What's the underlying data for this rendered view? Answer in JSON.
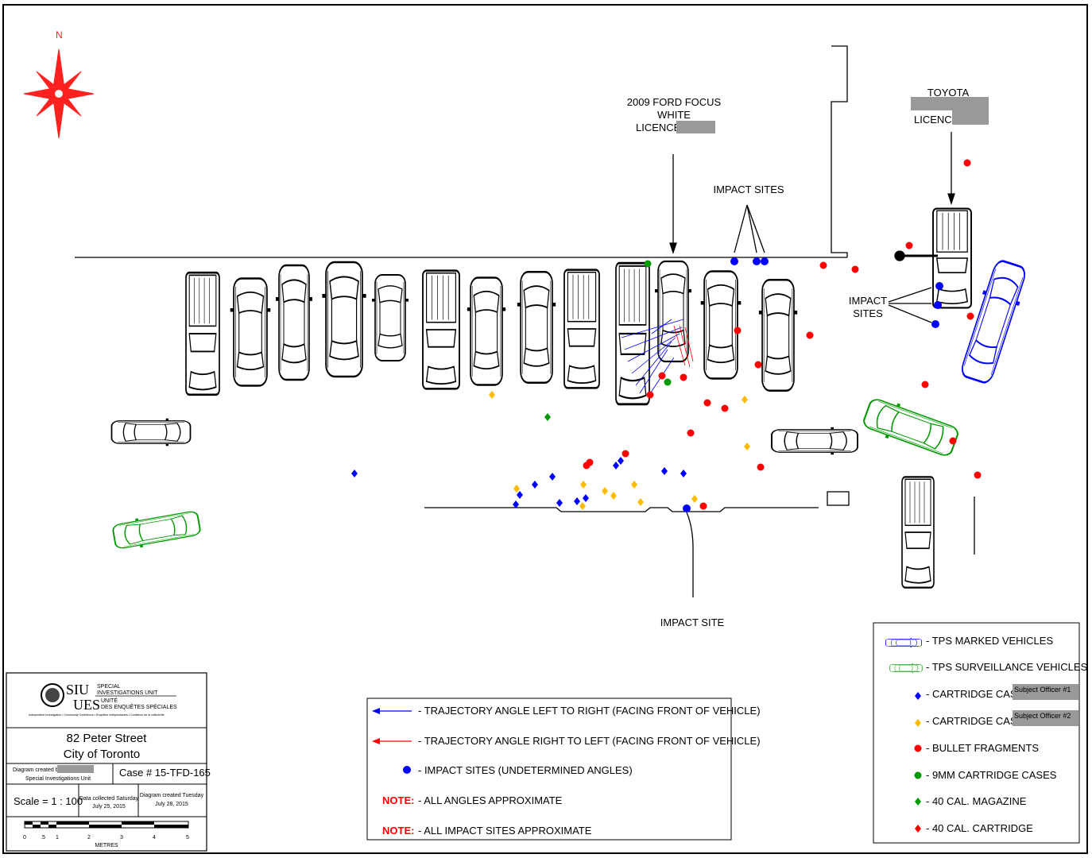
{
  "compass": {
    "north_label": "N",
    "color": "#ff2020"
  },
  "annotations": {
    "ford_focus": [
      "2009 FORD FOCUS",
      "WHITE",
      "LICENCE:"
    ],
    "toyota": [
      "TOYOTA",
      "LICENCE:"
    ],
    "impact_sites_top": "IMPACT SITES",
    "impact_sites_right": [
      "IMPACT",
      "SITES"
    ],
    "impact_site_bottom": "IMPACT SITE"
  },
  "legend_left": {
    "items": [
      {
        "text": "- TRAJECTORY ANGLE LEFT TO RIGHT (FACING FRONT OF VEHICLE)",
        "color": "#0000ff",
        "symbol": "arrow-left"
      },
      {
        "text": "- TRAJECTORY ANGLE RIGHT TO LEFT (FACING FRONT OF VEHICLE)",
        "color": "#ff0000",
        "symbol": "arrow-left"
      },
      {
        "text": "- IMPACT SITES (UNDETERMINED ANGLES)",
        "color": "#0000ff",
        "symbol": "dot"
      }
    ],
    "notes": [
      {
        "label": "NOTE:",
        "text": "- ALL ANGLES APPROXIMATE"
      },
      {
        "label": "NOTE:",
        "text": "- ALL IMPACT SITES APPROXIMATE"
      }
    ]
  },
  "legend_right": {
    "items": [
      {
        "text": "- TPS MARKED VEHICLES",
        "color": "#0000ff",
        "symbol": "car"
      },
      {
        "text": "- TPS SURVEILLANCE VEHICLES",
        "color": "#009900",
        "symbol": "car"
      },
      {
        "text": "- CARTRIDGE CASE -",
        "tag": "Subject Officer #1",
        "color": "#0000ff",
        "symbol": "diamond"
      },
      {
        "text": "- CARTRIDGE CASE -",
        "tag": "Subject Officer #2",
        "color": "#ffbb00",
        "symbol": "diamond"
      },
      {
        "text": "- BULLET FRAGMENTS",
        "color": "#ff0000",
        "symbol": "dot"
      },
      {
        "text": "- 9MM CARTRIDGE CASES",
        "color": "#009900",
        "symbol": "dot"
      },
      {
        "text": "- 40 CAL. MAGAZINE",
        "color": "#009900",
        "symbol": "diamond"
      },
      {
        "text": "- 40 CAL. CARTRIDGE",
        "color": "#ff0000",
        "symbol": "diamond"
      }
    ]
  },
  "title_block": {
    "logo_top": "SIU",
    "logo_bottom": "UES",
    "logo_en_1": "SPECIAL",
    "logo_en_2": "INVESTIGATIONS UNIT",
    "logo_fr_1": "UNITÉ",
    "logo_fr_2": "DES ENQUÊTES SPÉCIALES",
    "logo_tagline": "Independent Investigation • Community Confidence • Enquêtes indépendantes • Confiance de la collectivité",
    "address_1": "82 Peter Street",
    "address_2": "City of Toronto",
    "created_by": "Diagram created by",
    "unit": "Special Investigations Unit",
    "case": "Case # 15-TFD-165",
    "scale": "Scale = 1 : 100",
    "data_collected_1": "Data collected Saturday",
    "data_collected_2": "July 25, 2015",
    "diagram_created_1": "Diagram created Tuesday",
    "diagram_created_2": "July 28, 2015",
    "scale_ticks": [
      "0",
      ".5",
      "1",
      "2",
      "3",
      "4",
      "5"
    ],
    "scale_unit": "METRES"
  }
}
